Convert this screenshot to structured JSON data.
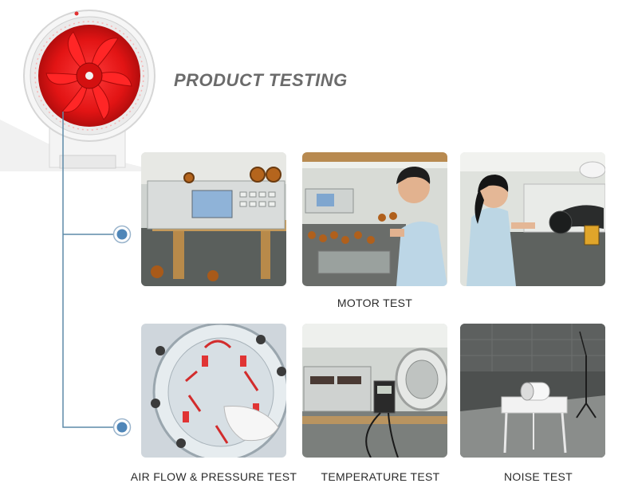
{
  "heading": "PRODUCT TESTING",
  "captions": {
    "motor": "MOTOR TEST",
    "airflow": "AIR FLOW & PRESSURE TEST",
    "temperature": "TEMPERATURE TEST",
    "noise": "NOISE TEST"
  },
  "photos": [
    {
      "subject": "impedance tester with motor coils on wooden bench"
    },
    {
      "subject": "technician testing motor stators on tray"
    },
    {
      "subject": "technician testing fan with multimeter"
    },
    {
      "subject": "fan mounted on clear air flow pressure chamber"
    },
    {
      "subject": "AC power source with thermometer and fan"
    },
    {
      "subject": "fan on white stand in anechoic noise room"
    }
  ],
  "colors": {
    "heading": "#6b6b6b",
    "connector_line": "#5d8aa8",
    "node": "#4f86b8",
    "fan_blade": "#e81c1c",
    "caption": "#2a2a2a"
  },
  "icons": [
    "inline-fan-product",
    "connector-node"
  ]
}
